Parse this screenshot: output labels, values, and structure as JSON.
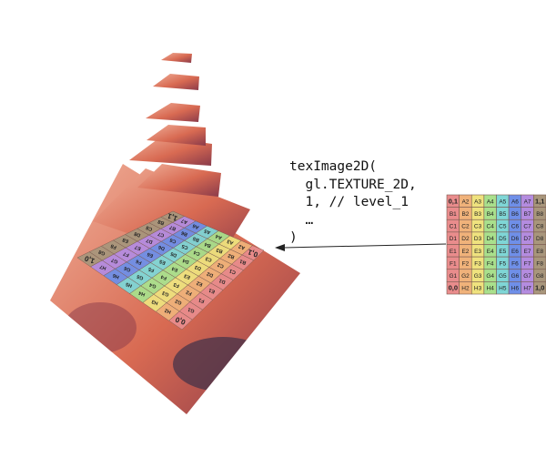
{
  "code": {
    "lines": [
      "texImage2D(",
      "  gl.TEXTURE_2D,",
      "  1, // level_1",
      "  …",
      ")"
    ]
  },
  "grid": {
    "rows": [
      [
        "0,1",
        "A2",
        "A3",
        "A4",
        "A5",
        "A6",
        "A7",
        "1,1"
      ],
      [
        "B1",
        "B2",
        "B3",
        "B4",
        "B5",
        "B6",
        "B7",
        "B8"
      ],
      [
        "C1",
        "C2",
        "C3",
        "C4",
        "C5",
        "C6",
        "C7",
        "C8"
      ],
      [
        "D1",
        "D2",
        "D3",
        "D4",
        "D5",
        "D6",
        "D7",
        "D8"
      ],
      [
        "E1",
        "E2",
        "E3",
        "E4",
        "E5",
        "E6",
        "E7",
        "E8"
      ],
      [
        "F1",
        "F2",
        "F3",
        "F4",
        "F5",
        "F6",
        "F7",
        "F8"
      ],
      [
        "G1",
        "G2",
        "G3",
        "G4",
        "G5",
        "G6",
        "G7",
        "G8"
      ],
      [
        "0,0",
        "H2",
        "H3",
        "H4",
        "H5",
        "H6",
        "H7",
        "1,0"
      ]
    ],
    "column_colors": [
      "#e98c8c",
      "#f0b27a",
      "#efe27e",
      "#a9e08c",
      "#7fd6d6",
      "#6f8fe8",
      "#b48ce0",
      "#a8967c"
    ],
    "border_color": "#7a5a50"
  },
  "photo_colors": {
    "base": "#d86a52",
    "highlight": "#f0b09a",
    "shadow": "#8a3a4a",
    "hair": "#3e3048"
  }
}
